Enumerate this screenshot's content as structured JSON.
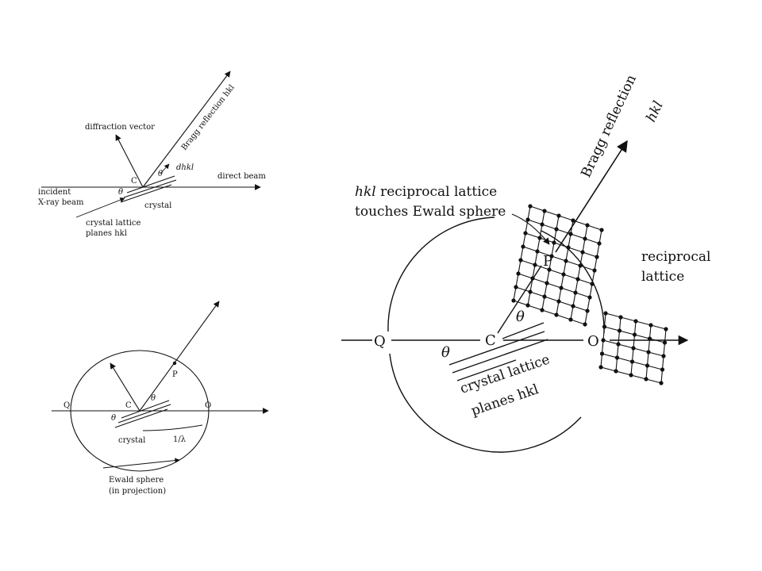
{
  "panel_top": {
    "diffraction_vector": "diffraction vector",
    "bragg_reflection": "Bragg reflection hkl",
    "c_label": "C",
    "theta_right": "θ",
    "theta_left": "θ",
    "d_hkl": "dhkl",
    "direct_beam": "direct beam",
    "incident_line1": "incident",
    "incident_line2": "X-ray beam",
    "crystal": "crystal",
    "planes_line1": "crystal lattice",
    "planes_line2": "planes hkl"
  },
  "panel_bottom": {
    "q_label": "Q",
    "c_label": "C",
    "o_label": "O",
    "p_label": "P",
    "theta_right": "θ",
    "theta_left": "θ",
    "crystal": "crystal",
    "one_over_lambda": "1/λ",
    "ewald_line1": "Ewald sphere",
    "ewald_line2": "(in projection)"
  },
  "panel_large": {
    "bragg_reflection": "Bragg reflection",
    "bragg_hkl": "hkl",
    "touch_line1_italic": "hkl",
    "touch_line1_rest": " reciprocal lattice",
    "touch_line2": "touches Ewald sphere",
    "reciprocal_line1": "reciprocal",
    "reciprocal_line2": "lattice",
    "p_label": "P",
    "q_label": "Q",
    "c_label": "C",
    "o_label": "O",
    "theta_upper": "θ",
    "theta_lower": "θ",
    "planes_line1": "crystal lattice",
    "planes_line2": "planes hkl"
  }
}
